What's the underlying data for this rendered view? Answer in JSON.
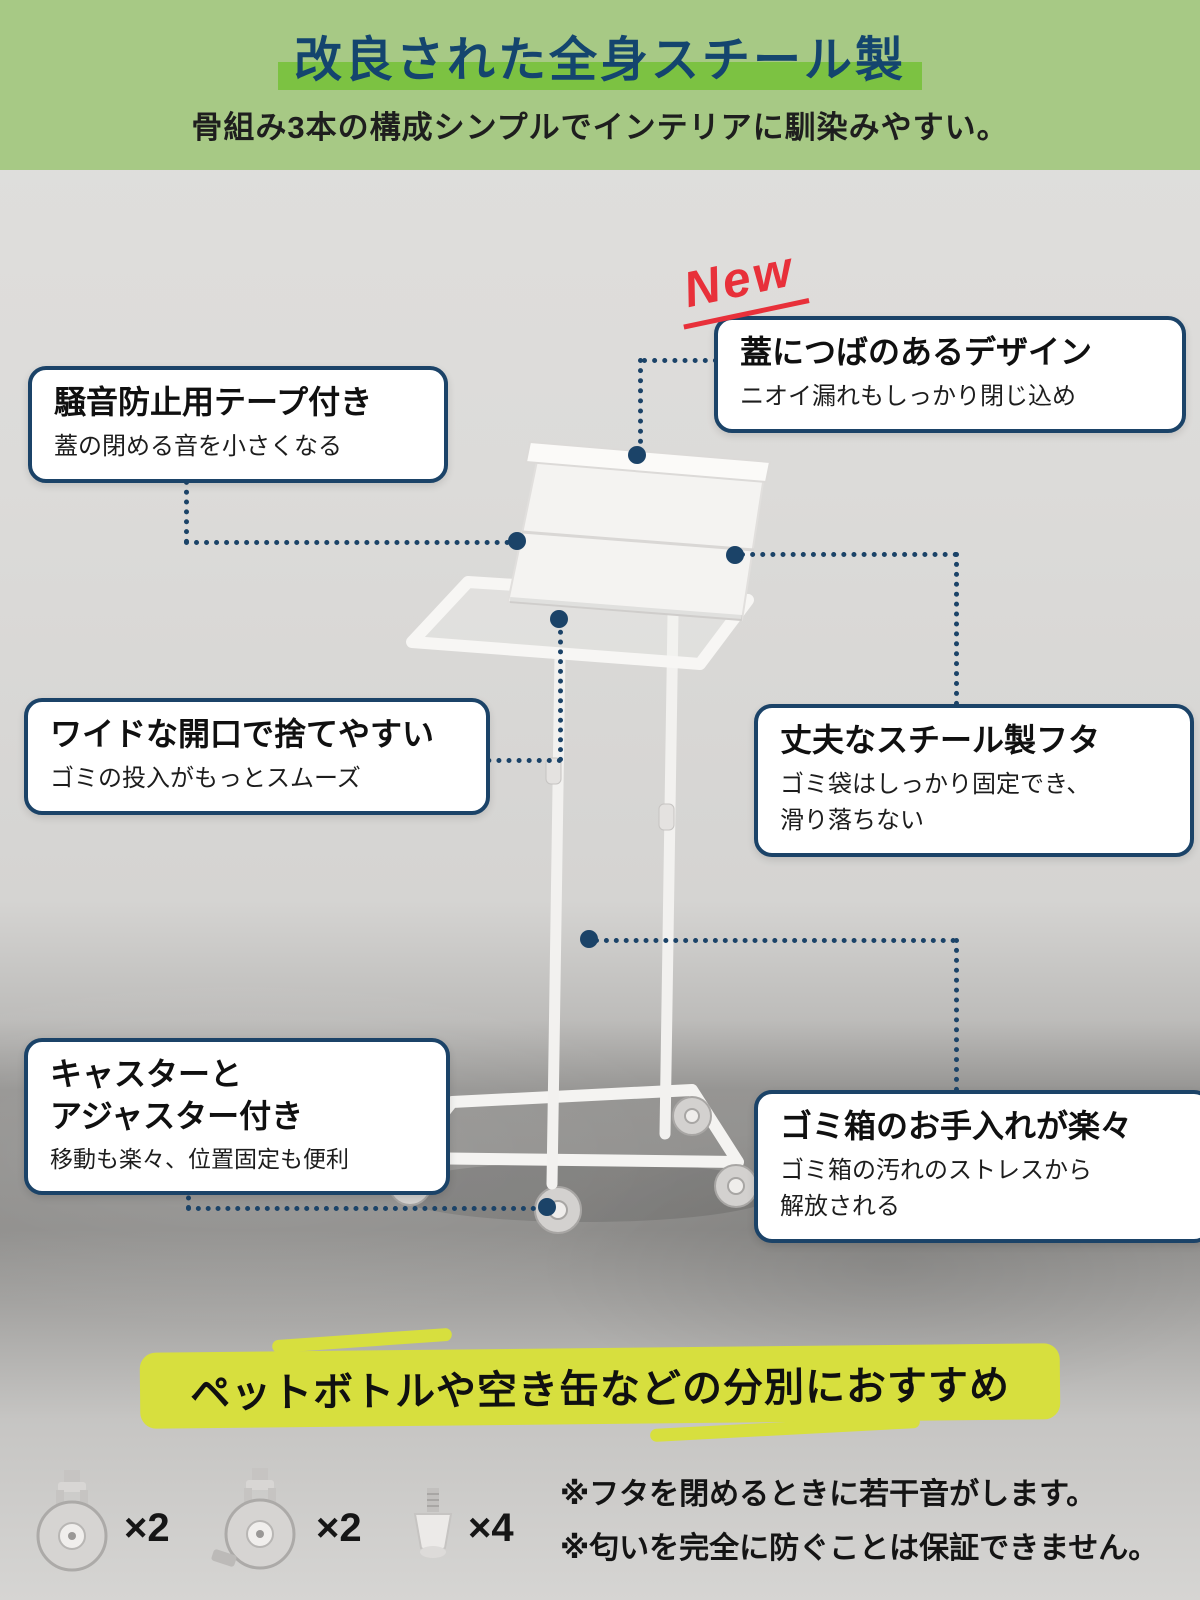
{
  "header": {
    "title": "改良された全身スチール製",
    "subtitle": "骨組み3本の構成シンプルでインテリアに馴染みやすい。"
  },
  "badge": {
    "new": "New"
  },
  "callouts": {
    "lid_design": {
      "title": "蓋につばのあるデザイン",
      "desc": "ニオイ漏れもしっかり閉じ込め"
    },
    "tape": {
      "title": "騒音防止用テープ付き",
      "desc": "蓋の閉める音を小さくなる"
    },
    "wide_opening": {
      "title": "ワイドな開口で捨てやすい",
      "desc": "ゴミの投入がもっとスムーズ"
    },
    "steel_lid": {
      "title": "丈夫なスチール製フタ",
      "desc": "ゴミ袋はしっかり固定でき、\n滑り落ちない"
    },
    "casters": {
      "title": "キャスターと\nアジャスター付き",
      "desc": "移動も楽々、位置固定も便利"
    },
    "easy_care": {
      "title": "ゴミ箱のお手入れが楽々",
      "desc": "ゴミ箱の汚れのストレスから\n解放される"
    }
  },
  "recommend_banner": "ペットボトルや空き缶などの分別におすすめ",
  "parts": {
    "caster_count": "×2",
    "caster_brake_count": "×2",
    "adjuster_count": "×4"
  },
  "notes": {
    "line1": "※フタを閉めるときに若干音がします。",
    "line2": "※匂いを完全に防ぐことは保証できません。"
  },
  "colors": {
    "header_bg": "#a7c985",
    "title_text": "#14456e",
    "title_highlight": "#7cc242",
    "callout_border": "#1b4368",
    "connector": "#1b4368",
    "new_badge": "#e8303a",
    "banner_highlight": "#d7df3e"
  }
}
